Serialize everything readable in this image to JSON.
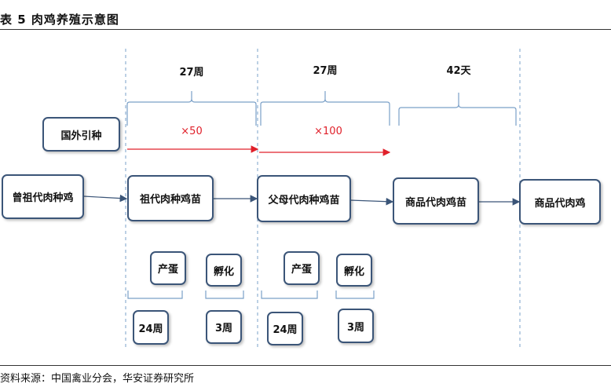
{
  "header": {
    "title": "表 5 肉鸡养殖示意图"
  },
  "footer": {
    "source": "资料来源：中国禽业分会，华安证券研究所"
  },
  "durations": {
    "top1": "27周",
    "top2": "27周",
    "top3": "42天"
  },
  "multipliers": {
    "m1": "×50",
    "m2": "×100"
  },
  "boxes": {
    "import": "国外引种",
    "great_grandparent": "曾祖代肉种鸡",
    "grandparent": "祖代肉种鸡苗",
    "parent": "父母代肉种鸡苗",
    "commercial_chick": "商品代肉鸡苗",
    "commercial": "商品代肉鸡"
  },
  "stages": {
    "lay1": "产蛋",
    "hatch1": "孵化",
    "lay2": "产蛋",
    "hatch2": "孵化",
    "d1": "24周",
    "d2": "3周",
    "d3": "24周",
    "d4": "3周"
  },
  "colors": {
    "box_border": "#3b5578",
    "arrow_red": "#e0202a",
    "dashed": "#7aa0c8"
  }
}
